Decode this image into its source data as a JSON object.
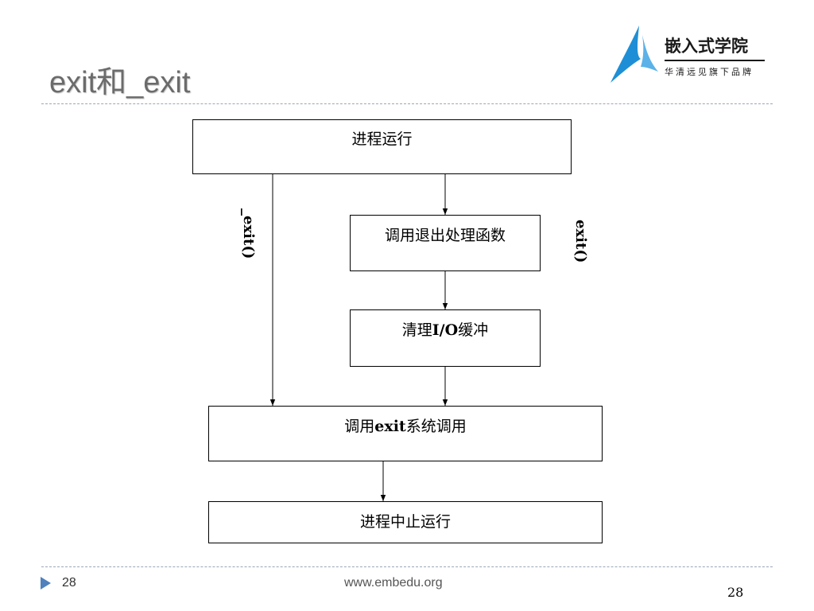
{
  "slide": {
    "title": "exit和_exit",
    "logo_main": "嵌入式学院",
    "logo_sub": "华清远见旗下品牌",
    "footer_slide_number": "28",
    "footer_url": "www.embedu.org",
    "page_number": "28"
  },
  "diagram": {
    "nodes": {
      "process_running": "进程运行",
      "call_exit_handlers": "调用退出处理函数",
      "clean_io_buffer_prefix": "清理",
      "clean_io_buffer_bold": "I/O",
      "clean_io_buffer_suffix": "缓冲",
      "syscall_prefix": "调用",
      "syscall_bold": "exit",
      "syscall_suffix": "系统调用",
      "process_terminated": "进程中止运行"
    },
    "edge_labels": {
      "left_path": "_exit()",
      "right_path": "exit()"
    }
  },
  "colors": {
    "title": "#6b6b6b",
    "logo_blue": "#1e8fd6",
    "divider": "#9aa7b8",
    "footer_arrow": "#4f81bd"
  }
}
